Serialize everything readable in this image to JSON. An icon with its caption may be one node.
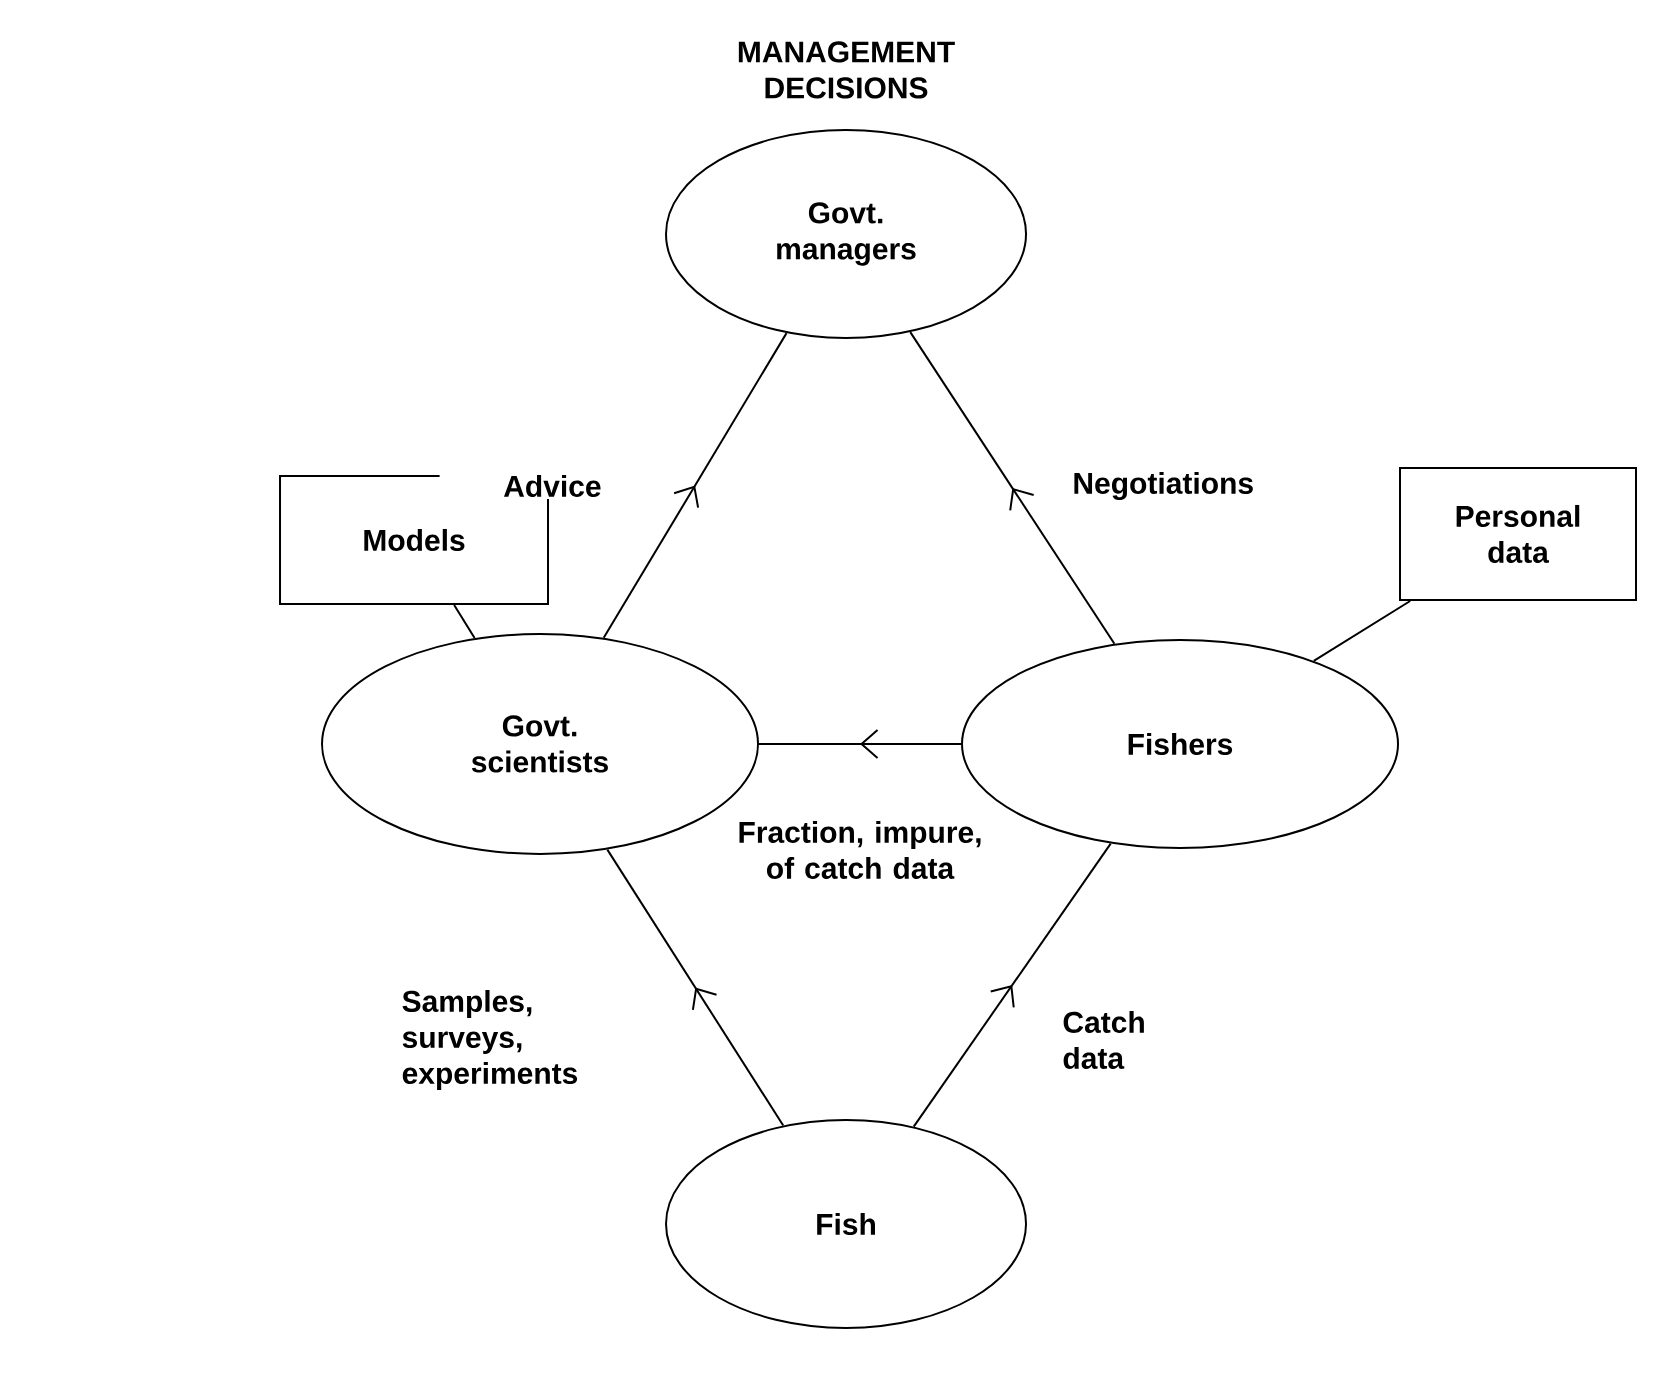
{
  "diagram": {
    "title": "MANAGEMENT DECISIONS",
    "nodes": [
      {
        "text": [
          "Govt. managers"
        ]
      },
      {
        "text": [
          "Models"
        ]
      },
      {
        "text": [
          "Govt. scientists"
        ]
      },
      {
        "text": [
          "Personal data"
        ]
      },
      {
        "text": [
          "Fishers"
        ]
      },
      {
        "text": [
          "Fish"
        ]
      }
    ],
    "edges": [
      {
        "from": 2,
        "to": 0,
        "arrow": "to",
        "label": "Advice"
      },
      {
        "from": 4,
        "to": 0,
        "arrow": "to",
        "label": "Negotiations"
      },
      {
        "from": 4,
        "to": 2,
        "arrow": "to",
        "label": "Fraction, impure, of catch data"
      },
      {
        "from": 5,
        "to": 2,
        "arrow": "to",
        "label": "Samples, surveys, experiments"
      },
      {
        "from": 5,
        "to": 4,
        "arrow": "to",
        "label": "Catch data"
      },
      {
        "from": 1,
        "to": 2,
        "arrow": "none"
      },
      {
        "from": 3,
        "to": 4,
        "arrow": "none"
      }
    ]
  }
}
